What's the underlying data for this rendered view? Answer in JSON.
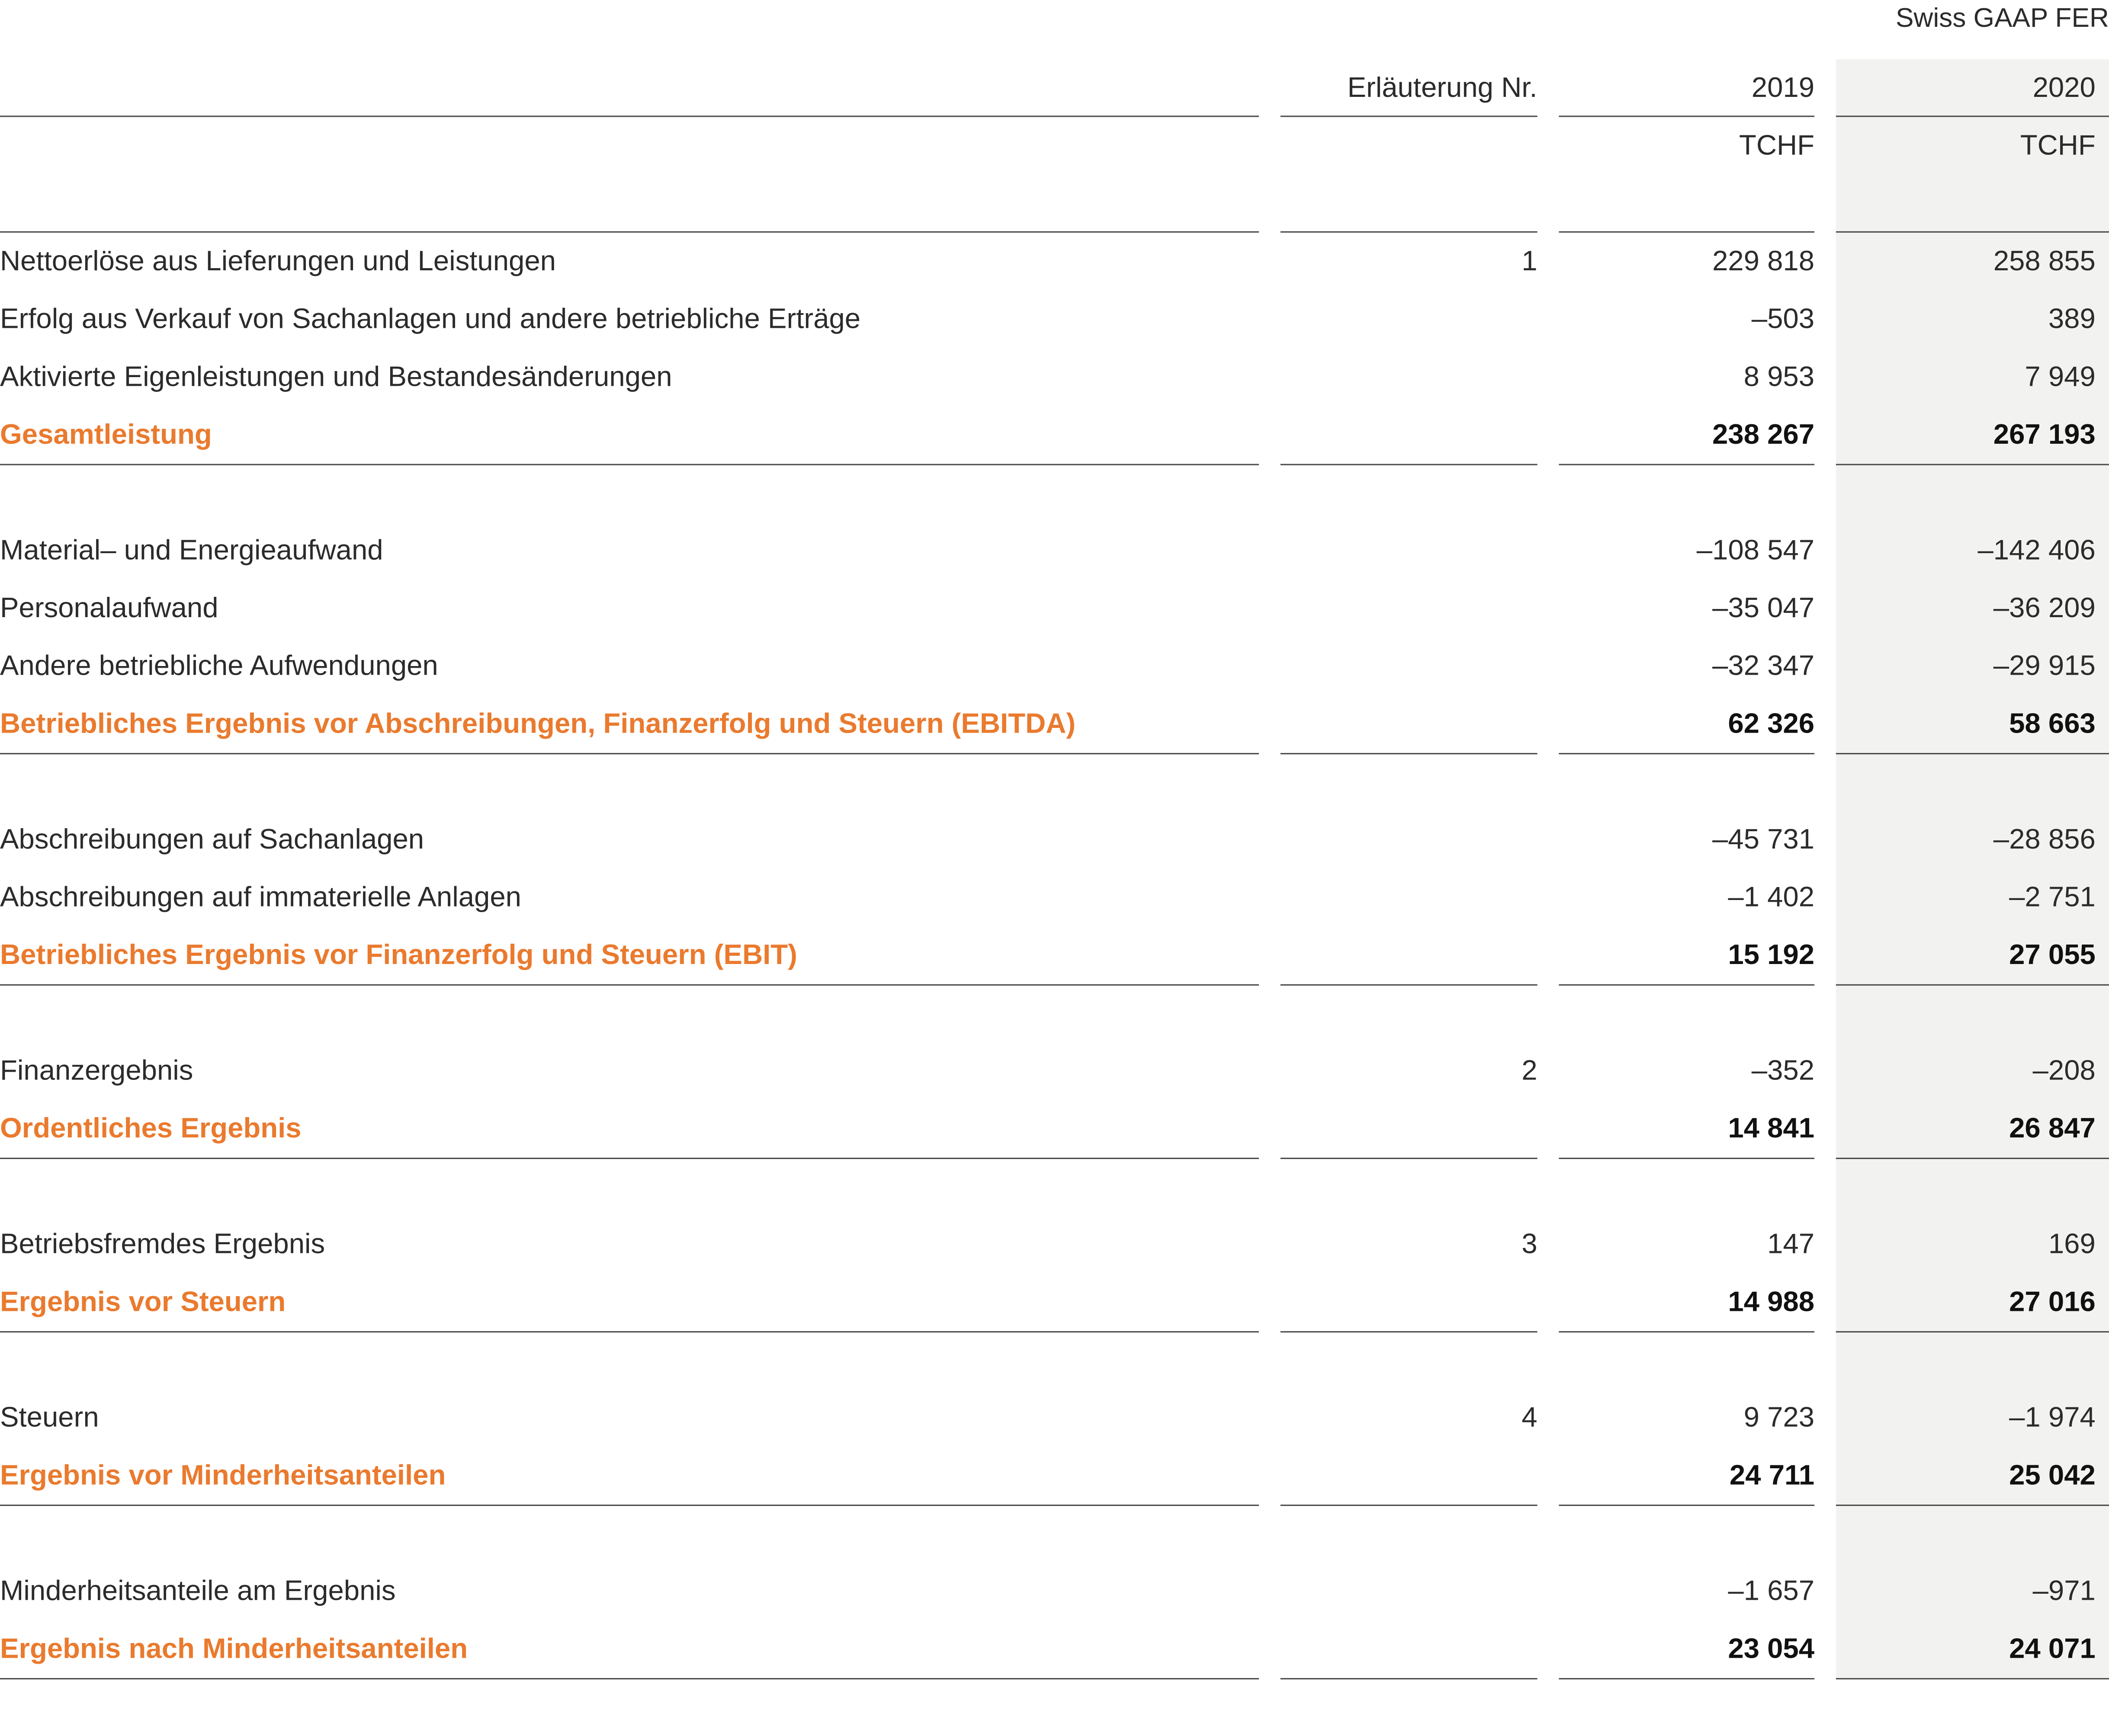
{
  "standard": "Swiss GAAP FER",
  "header": {
    "note_label": "Erläuterung Nr.",
    "year_1": "2019",
    "year_2": "2020",
    "unit_1": "TCHF",
    "unit_2": "TCHF"
  },
  "colors": {
    "accent_orange": "#ea7a2e",
    "shade_current_year": "#f2f2f0",
    "rule": "#4a4a4a"
  },
  "rows": [
    {
      "label": "Nettoerlöse aus Lieferungen und Leistungen",
      "note": "1",
      "y2019": "229 818",
      "y2020": "258 855"
    },
    {
      "label": "Erfolg aus Verkauf von Sachanlagen und andere betriebliche Erträge",
      "note": "",
      "y2019": "–503",
      "y2020": "389"
    },
    {
      "label": "Aktivierte Eigenleistungen und Bestandesänderungen",
      "note": "",
      "y2019": "8 953",
      "y2020": "7 949"
    },
    {
      "label": "Gesamtleistung",
      "note": "",
      "y2019": "238 267",
      "y2020": "267 193"
    },
    {
      "label": "Material– und Energieaufwand",
      "note": "",
      "y2019": "–108 547",
      "y2020": "–142 406"
    },
    {
      "label": "Personalaufwand",
      "note": "",
      "y2019": "–35 047",
      "y2020": "–36 209"
    },
    {
      "label": "Andere betriebliche Aufwendungen",
      "note": "",
      "y2019": "–32 347",
      "y2020": "–29 915"
    },
    {
      "label": "Betriebliches Ergebnis vor Abschreibungen, Finanzerfolg und Steuern (EBITDA)",
      "note": "",
      "y2019": "62 326",
      "y2020": "58 663"
    },
    {
      "label": "Abschreibungen auf Sachanlagen",
      "note": "",
      "y2019": "–45 731",
      "y2020": "–28 856"
    },
    {
      "label": "Abschreibungen auf immaterielle Anlagen",
      "note": "",
      "y2019": "–1 402",
      "y2020": "–2 751"
    },
    {
      "label": "Betriebliches Ergebnis vor Finanzerfolg und Steuern (EBIT)",
      "note": "",
      "y2019": "15 192",
      "y2020": "27 055"
    },
    {
      "label": "Finanzergebnis",
      "note": "2",
      "y2019": "–352",
      "y2020": "–208"
    },
    {
      "label": "Ordentliches Ergebnis",
      "note": "",
      "y2019": "14 841",
      "y2020": "26 847"
    },
    {
      "label": "Betriebsfremdes Ergebnis",
      "note": "3",
      "y2019": "147",
      "y2020": "169"
    },
    {
      "label": "Ergebnis vor Steuern",
      "note": "",
      "y2019": "14 988",
      "y2020": "27 016"
    },
    {
      "label": "Steuern",
      "note": "4",
      "y2019": "9 723",
      "y2020": "–1 974"
    },
    {
      "label": "Ergebnis vor Minderheitsanteilen",
      "note": "",
      "y2019": "24 711",
      "y2020": "25 042"
    },
    {
      "label": "Minderheitsanteile am Ergebnis",
      "note": "",
      "y2019": "–1 657",
      "y2020": "–971"
    },
    {
      "label": "Ergebnis nach Minderheitsanteilen",
      "note": "",
      "y2019": "23 054",
      "y2020": "24 071"
    }
  ]
}
